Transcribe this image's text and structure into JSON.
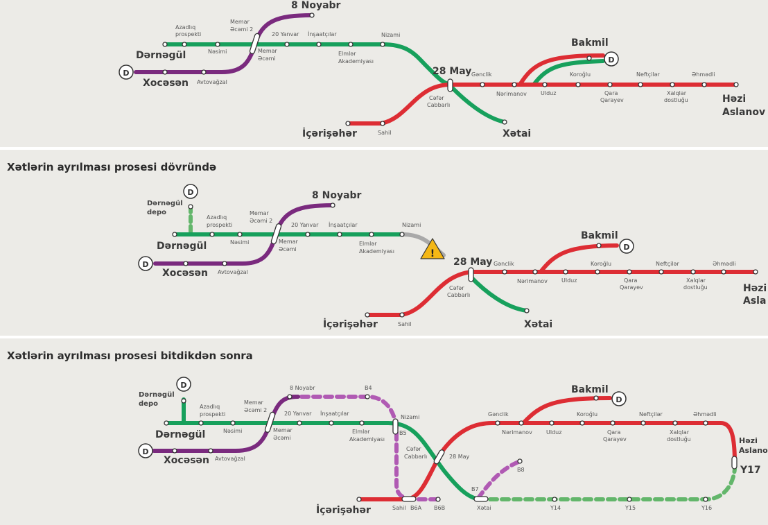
{
  "colors": {
    "green": "#17a05c",
    "red": "#dd2d34",
    "purple": "#7a2a7e",
    "grey": "#a9a9a9",
    "dashed_purple": "#b05ab3",
    "dashed_green": "#63b66b",
    "warning": "#f4b715",
    "background": "#ecebe7"
  },
  "depot_symbol": "D",
  "warning_symbol": "!",
  "sections": {
    "s2_title": "Xətlərin ayrılması prosesi dövründə",
    "s3_title": "Xətlərin ayrılması prosesi bitdikdən sonra"
  },
  "map1": {
    "dernegul": "Dərnəgül",
    "azadliq_1": "Azadlıq",
    "azadliq_2": "prospekti",
    "nesimi": "Nəsimi",
    "memar2_1": "Memar",
    "memar2_2": "Əcəmi 2",
    "memar_1": "Memar",
    "memar_2": "Əcəmi",
    "noyabr": "8 Noyabr",
    "yanvar": "20 Yanvar",
    "insaatcilar": "İnşaatçılar",
    "elmler_1": "Elmlər",
    "elmler_2": "Akademiyası",
    "nizami": "Nizami",
    "xocesen": "Xocəsən",
    "avtovagzal": "Avtovağzal",
    "may28": "28 May",
    "cefer_1": "Cəfər",
    "cefer_2": "Cabbarlı",
    "genclik": "Gənclik",
    "nerimanov": "Nərimanov",
    "bakmil": "Bakmil",
    "ulduz": "Ulduz",
    "koroglu": "Koroğlu",
    "qara_1": "Qara",
    "qara_2": "Qarayev",
    "neftciler": "Neftçilər",
    "xalqlar_1": "Xalqlar",
    "xalqlar_2": "dostluğu",
    "ehmedli": "Əhmədli",
    "hezi_1": "Həzi",
    "hezi_2": "Aslanov",
    "icerisheher": "İçərişəhər",
    "sahil": "Sahil",
    "xetai": "Xətai"
  },
  "map2": {
    "depo_1": "Dərnəgül",
    "depo_2": "depo",
    "dernegul": "Dərnəgül",
    "azadliq_1": "Azadlıq",
    "azadliq_2": "prospekti",
    "nesimi": "Nəsimi",
    "memar2_1": "Memar",
    "memar2_2": "Əcəmi 2",
    "memar_1": "Memar",
    "memar_2": "Əcəmi",
    "noyabr": "8 Noyabr",
    "yanvar": "20 Yanvar",
    "insaatcilar": "İnşaatçılar",
    "elmler_1": "Elmlər",
    "elmler_2": "Akademiyası",
    "nizami": "Nizami",
    "xocesen": "Xocəsən",
    "avtovagzal": "Avtovağzal",
    "may28": "28 May",
    "cefer_1": "Cəfər",
    "cefer_2": "Cabbarlı",
    "genclik": "Gənclik",
    "nerimanov": "Nərimanov",
    "bakmil": "Bakmil",
    "ulduz": "Ulduz",
    "koroglu": "Koroğlu",
    "qara_1": "Qara",
    "qara_2": "Qarayev",
    "neftciler": "Neftçilər",
    "xalqlar_1": "Xalqlar",
    "xalqlar_2": "dostluğu",
    "ehmedli": "Əhmədli",
    "hezi_1": "Həzi",
    "hezi_2": "Asla",
    "icerisheher": "İçərişəhər",
    "sahil": "Sahil",
    "xetai": "Xətai"
  },
  "map3": {
    "depo_1": "Dərnəgül",
    "depo_2": "depo",
    "dernegul": "Dərnəgül",
    "azadliq_1": "Azadlıq",
    "azadliq_2": "prospekti",
    "nesimi": "Nəsimi",
    "memar2_1": "Memar",
    "memar2_2": "Əcəmi 2",
    "memar_1": "Memar",
    "memar_2": "Əcəmi",
    "noyabr": "8 Noyabr",
    "b4": "B4",
    "yanvar": "20 Yanvar",
    "insaatcilar": "İnşaatçılar",
    "elmler_1": "Elmlər",
    "elmler_2": "Akademiyası",
    "nizami": "Nizami",
    "b5": "B5",
    "xocesen": "Xocəsən",
    "avtovagzal": "Avtovağzal",
    "cefer_1": "Cəfər",
    "cefer_2": "Cabbarlı",
    "may28": "28 May",
    "genclik": "Gənclik",
    "nerimanov": "Nərimanov",
    "bakmil": "Bakmil",
    "ulduz": "Ulduz",
    "koroglu": "Koroğlu",
    "qara_1": "Qara",
    "qara_2": "Qarayev",
    "neftciler": "Neftçilər",
    "xalqlar_1": "Xalqlar",
    "xalqlar_2": "dostluğu",
    "ehmedli": "Əhmədli",
    "hezi_1": "Həzi",
    "hezi_2": "Aslanov",
    "y17": "Y17",
    "b8": "B8",
    "b7": "B7",
    "icerisheher": "İçərişəhər",
    "sahil": "Sahil",
    "b6a": "B6A",
    "b6b": "B6B",
    "xetai": "Xətai",
    "y14": "Y14",
    "y15": "Y15",
    "y16": "Y16"
  }
}
